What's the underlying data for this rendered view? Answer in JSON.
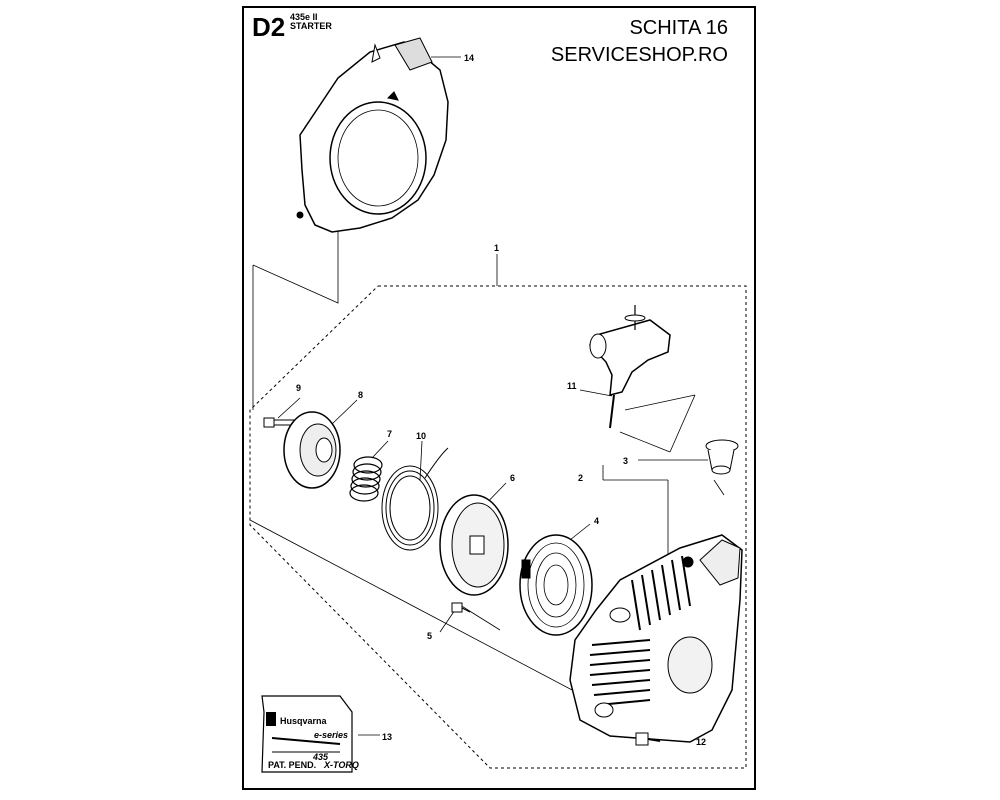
{
  "header": {
    "section_code": "D2",
    "model": "435e II",
    "group": "STARTER",
    "sheet": "SCHITA 16",
    "shop": "SERVICESHOP.RO"
  },
  "callouts": [
    "1",
    "2",
    "3",
    "4",
    "5",
    "6",
    "7",
    "8",
    "9",
    "10",
    "11",
    "12",
    "13",
    "14"
  ],
  "decal": {
    "brand": "Husqvarna",
    "series": "e-series",
    "model_number": "435",
    "patent": "PAT. PEND.",
    "feature": "X-TORQ"
  }
}
